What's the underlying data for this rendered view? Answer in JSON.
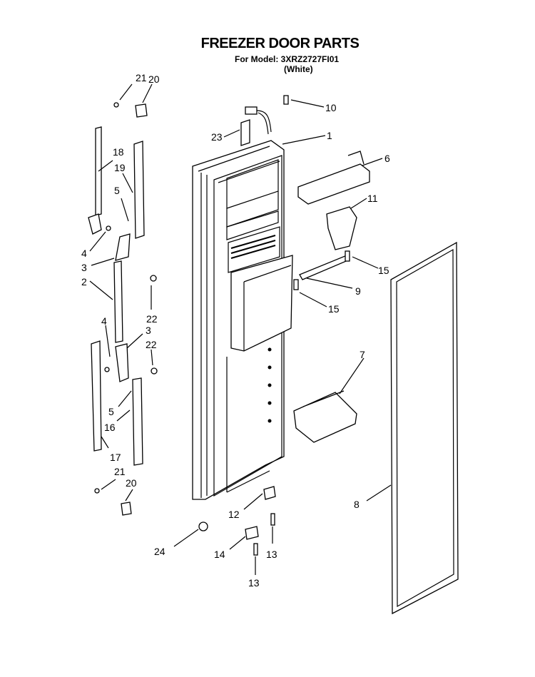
{
  "header": {
    "title": "FREEZER DOOR PARTS",
    "model_line": "For Model: 3XRZ2727FI01",
    "color_line": "(White)"
  },
  "callouts": [
    {
      "id": "c21a",
      "text": "21"
    },
    {
      "id": "c20a",
      "text": "20"
    },
    {
      "id": "c10",
      "text": "10"
    },
    {
      "id": "c23",
      "text": "23"
    },
    {
      "id": "c1",
      "text": "1"
    },
    {
      "id": "c6",
      "text": "6"
    },
    {
      "id": "c18",
      "text": "18"
    },
    {
      "id": "c19",
      "text": "19"
    },
    {
      "id": "c5a",
      "text": "5"
    },
    {
      "id": "c11",
      "text": "11"
    },
    {
      "id": "c4a",
      "text": "4"
    },
    {
      "id": "c3a",
      "text": "3"
    },
    {
      "id": "c15a",
      "text": "15"
    },
    {
      "id": "c2",
      "text": "2"
    },
    {
      "id": "c9",
      "text": "9"
    },
    {
      "id": "c15b",
      "text": "15"
    },
    {
      "id": "c22a",
      "text": "22"
    },
    {
      "id": "c4b",
      "text": "4"
    },
    {
      "id": "c3b",
      "text": "3"
    },
    {
      "id": "c22b",
      "text": "22"
    },
    {
      "id": "c7",
      "text": "7"
    },
    {
      "id": "c5b",
      "text": "5"
    },
    {
      "id": "c16",
      "text": "16"
    },
    {
      "id": "c17",
      "text": "17"
    },
    {
      "id": "c21b",
      "text": "21"
    },
    {
      "id": "c20b",
      "text": "20"
    },
    {
      "id": "c8",
      "text": "8"
    },
    {
      "id": "c12",
      "text": "12"
    },
    {
      "id": "c24",
      "text": "24"
    },
    {
      "id": "c14",
      "text": "14"
    },
    {
      "id": "c13a",
      "text": "13"
    },
    {
      "id": "c13b",
      "text": "13"
    }
  ]
}
